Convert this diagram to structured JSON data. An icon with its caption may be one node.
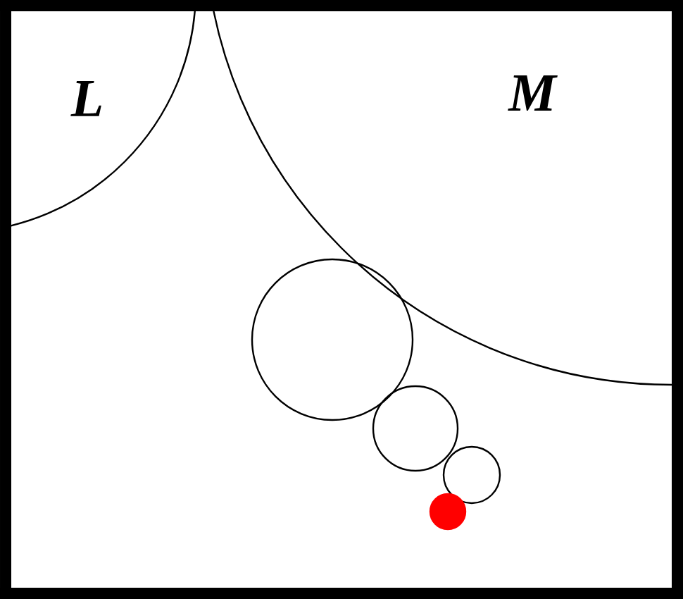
{
  "diagram": {
    "nodes": [
      {
        "text": [
          "L"
        ]
      },
      {
        "text": [
          "M"
        ]
      },
      {
        "text": [],
        "shape": "circle"
      },
      {
        "text": [],
        "shape": "circle"
      },
      {
        "text": [],
        "shape": "circle"
      },
      {
        "text": [],
        "shape": "circle"
      }
    ]
  }
}
